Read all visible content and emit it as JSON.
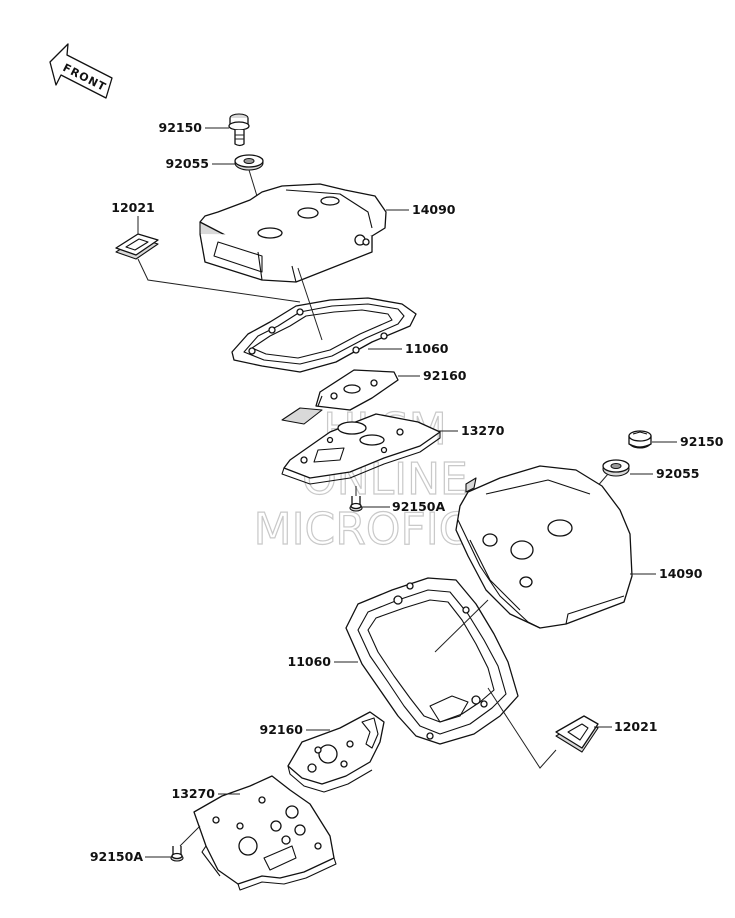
{
  "front_label": "FRONT",
  "watermark": [
    "HLSM",
    "ONLINE",
    "MICROFICHE"
  ],
  "labels": {
    "bolt_top": "92150",
    "washer_top": "92055",
    "grommet_top": "12021",
    "cover_top": "14090",
    "gasket_top": "11060",
    "plate_top": "92160",
    "bracket_top": "13270",
    "screw_top": "92150A",
    "bolt_right": "92150",
    "washer_right": "92055",
    "cover_right": "14090",
    "gasket_left": "11060",
    "grommet_right": "12021",
    "plate_left": "92160",
    "bracket_left": "13270",
    "screw_left": "92150A"
  }
}
